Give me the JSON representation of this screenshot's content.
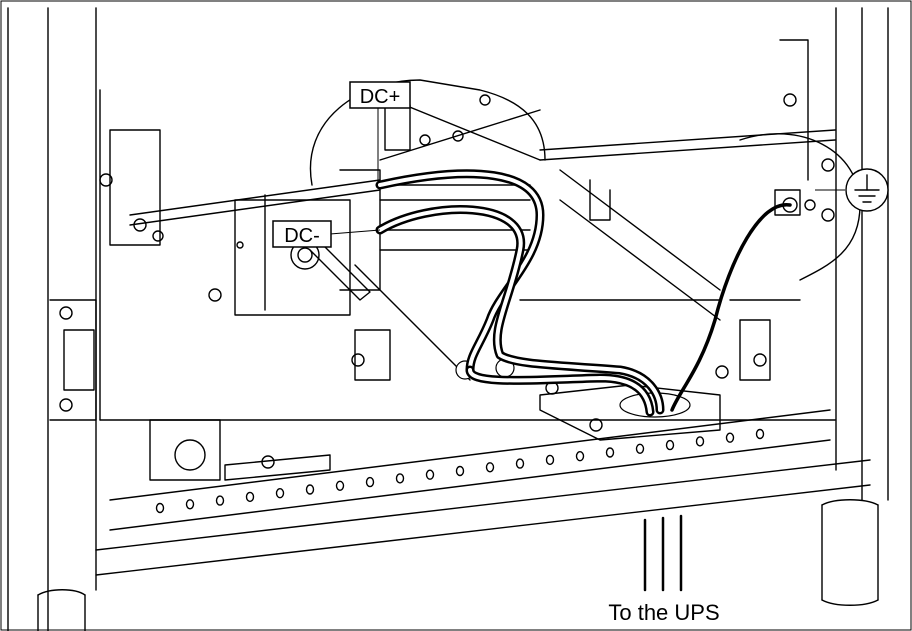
{
  "labels": {
    "dc_positive": "DC+",
    "dc_negative": "DC-",
    "destination": "To the UPS"
  },
  "icons": {
    "ground": "protective-earth-ground-icon"
  },
  "colors": {
    "line": "#000000",
    "background": "#ffffff"
  }
}
